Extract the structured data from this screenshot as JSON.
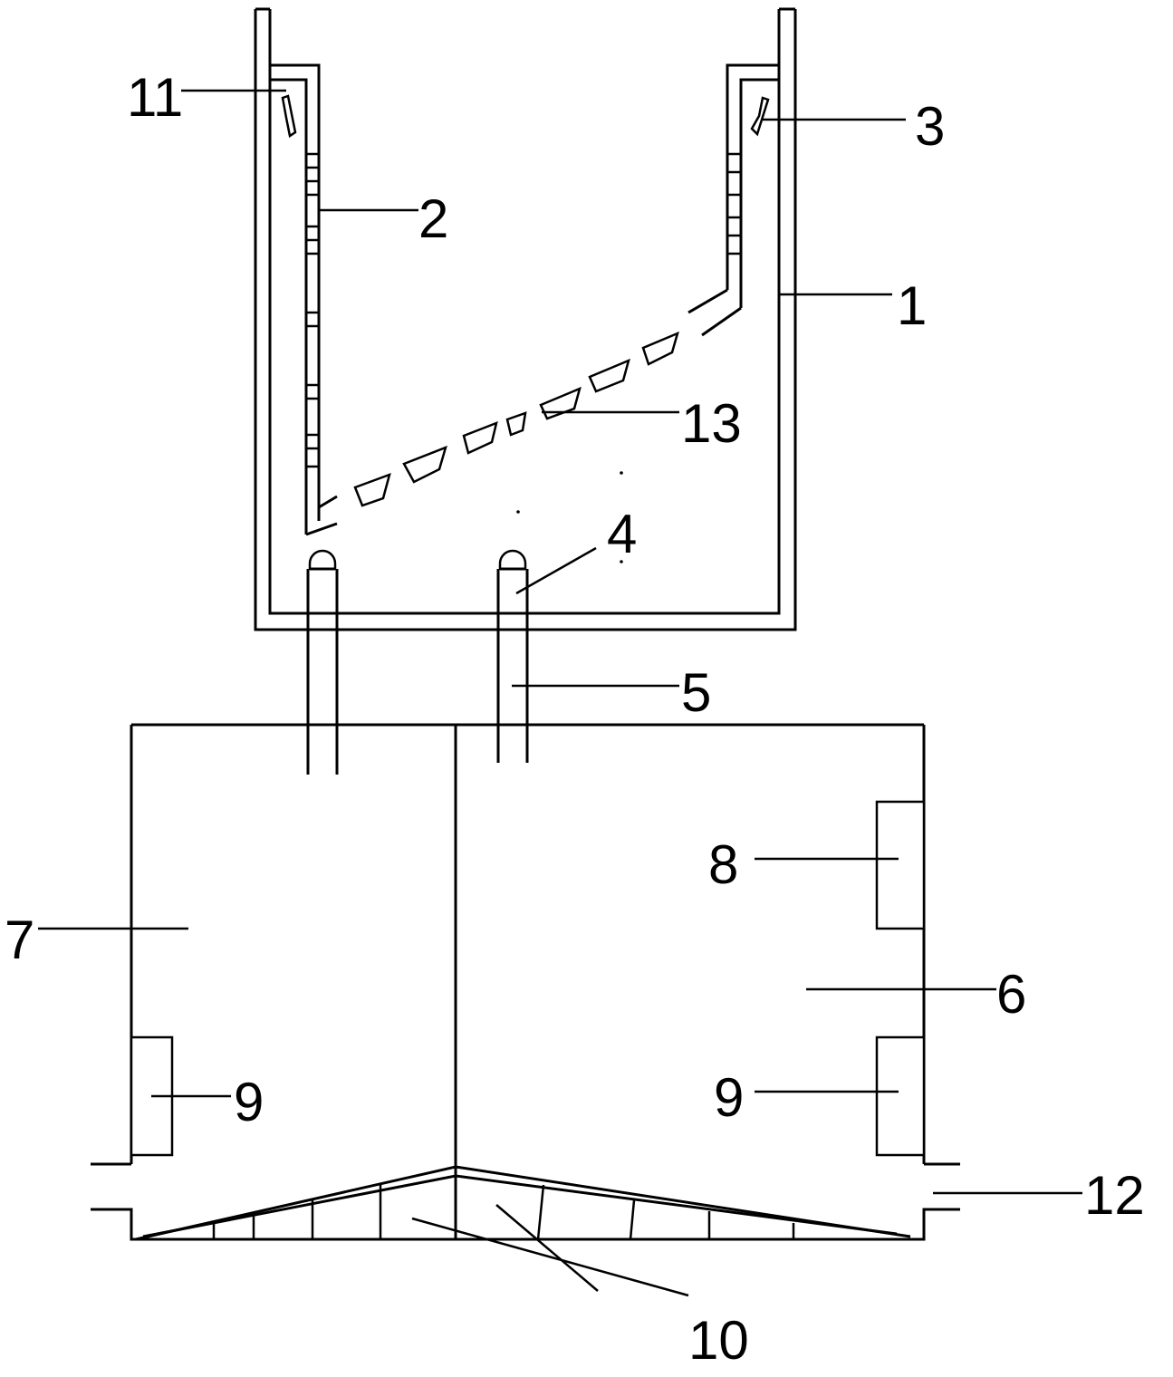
{
  "labels": {
    "l1": "1",
    "l2": "2",
    "l3": "3",
    "l4": "4",
    "l5": "5",
    "l6": "6",
    "l7": "7",
    "l8": "8",
    "l9_left": "9",
    "l9_right": "9",
    "l10": "10",
    "l11": "11",
    "l12": "12",
    "l13": "13"
  },
  "colors": {
    "stroke": "#000000",
    "background": "#ffffff"
  }
}
